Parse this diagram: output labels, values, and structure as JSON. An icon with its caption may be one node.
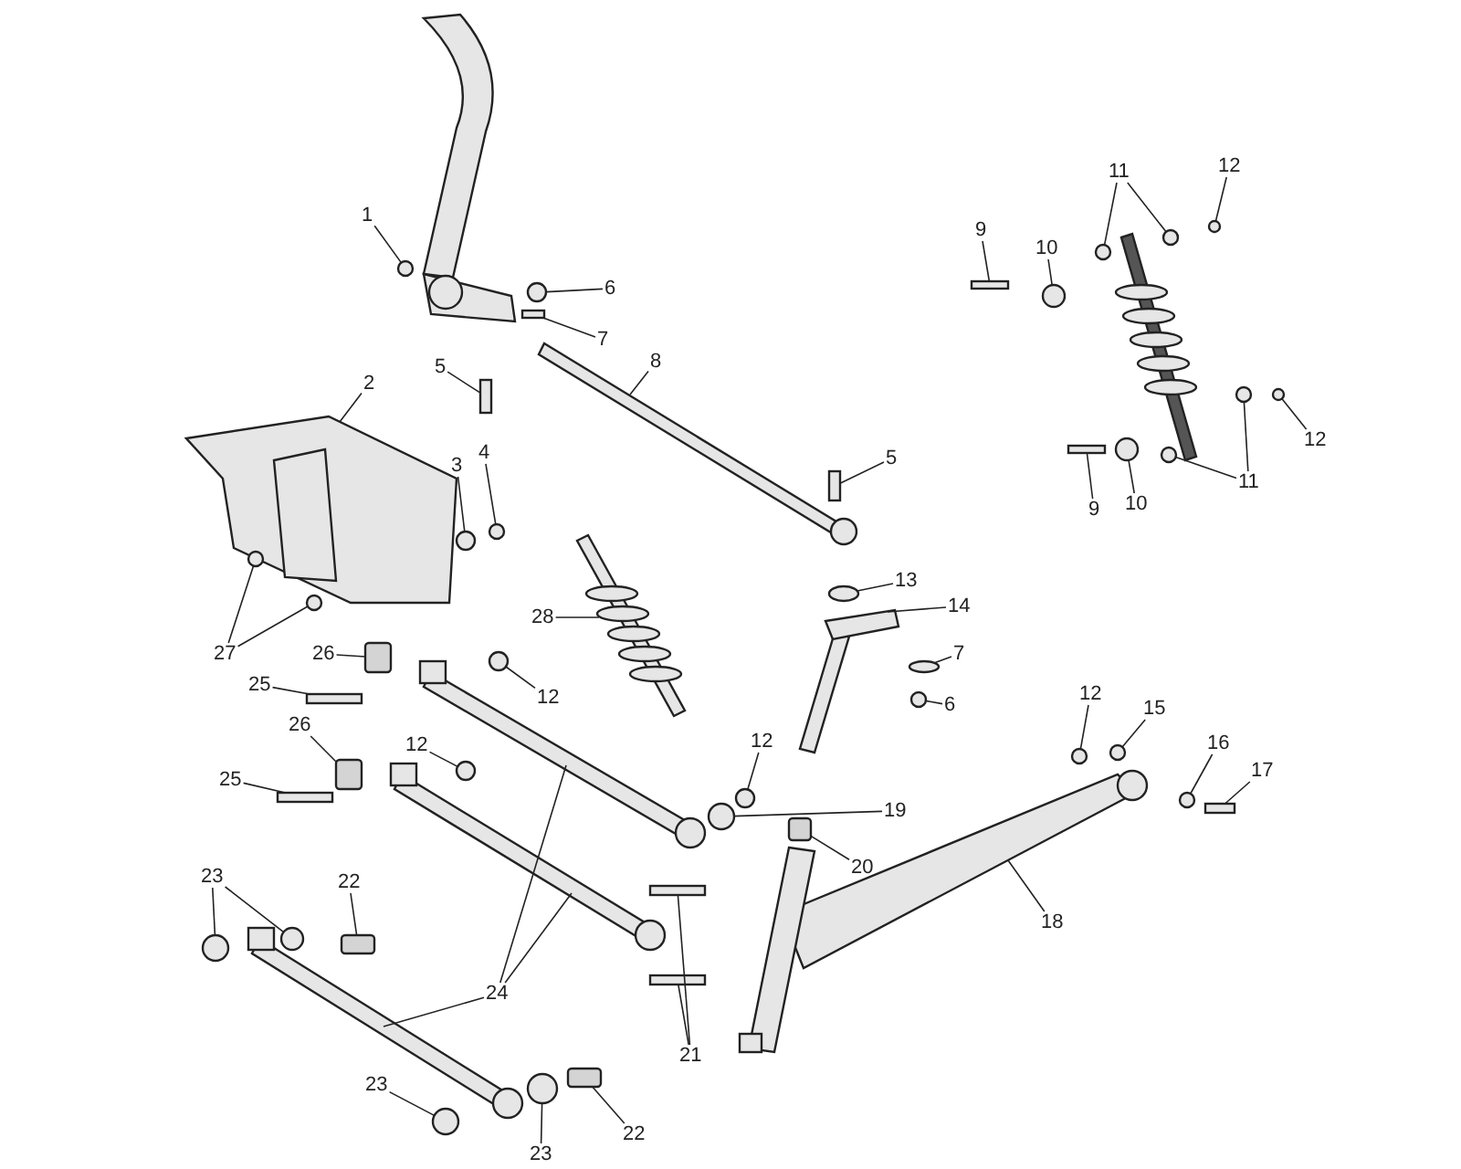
{
  "diagram": {
    "nodes": [
      {
        "text": [
          "1"
        ]
      },
      {
        "text": [
          "6"
        ]
      },
      {
        "text": [
          "7"
        ]
      },
      {
        "text": [
          "5"
        ]
      },
      {
        "text": [
          "8"
        ]
      },
      {
        "text": [
          "2"
        ]
      },
      {
        "text": [
          "3"
        ]
      },
      {
        "text": [
          "4"
        ]
      },
      {
        "text": [
          "5"
        ]
      },
      {
        "text": [
          "27"
        ]
      },
      {
        "text": [
          "28"
        ]
      },
      {
        "text": [
          "26"
        ]
      },
      {
        "text": [
          "12"
        ]
      },
      {
        "text": [
          "25"
        ]
      },
      {
        "text": [
          "26"
        ]
      },
      {
        "text": [
          "12"
        ]
      },
      {
        "text": [
          "25"
        ]
      },
      {
        "text": [
          "12"
        ]
      },
      {
        "text": [
          "19"
        ]
      },
      {
        "text": [
          "13"
        ]
      },
      {
        "text": [
          "14"
        ]
      },
      {
        "text": [
          "7"
        ]
      },
      {
        "text": [
          "6"
        ]
      },
      {
        "text": [
          "12"
        ]
      },
      {
        "text": [
          "15"
        ]
      },
      {
        "text": [
          "16"
        ]
      },
      {
        "text": [
          "17"
        ]
      },
      {
        "text": [
          "20"
        ]
      },
      {
        "text": [
          "18"
        ]
      },
      {
        "text": [
          "23"
        ]
      },
      {
        "text": [
          "22"
        ]
      },
      {
        "text": [
          "24"
        ]
      },
      {
        "text": [
          "21"
        ]
      },
      {
        "text": [
          "23"
        ]
      },
      {
        "text": [
          "23"
        ]
      },
      {
        "text": [
          "22"
        ]
      },
      {
        "text": [
          "9"
        ]
      },
      {
        "text": [
          "10"
        ]
      },
      {
        "text": [
          "11"
        ]
      },
      {
        "text": [
          "12"
        ]
      },
      {
        "text": [
          "12"
        ]
      },
      {
        "text": [
          "11"
        ]
      },
      {
        "text": [
          "10"
        ]
      },
      {
        "text": [
          "9"
        ]
      },
      {
        "text": [],
        "shape": "circle"
      },
      {
        "text": [],
        "shape": "circle"
      },
      {
        "text": [],
        "shape": "bar"
      },
      {
        "text": [],
        "shape": "bar"
      },
      {
        "text": [],
        "shape": "bar"
      },
      {
        "text": [],
        "shape": "picture"
      },
      {
        "text": [],
        "shape": "circle"
      },
      {
        "text": [],
        "shape": "circle"
      },
      {
        "text": [],
        "shape": "bar"
      },
      {
        "text": [],
        "shape": "circle"
      },
      {
        "text": [],
        "shape": "circle"
      },
      {
        "text": [],
        "shape": "picture"
      },
      {
        "text": [],
        "shape": "box"
      },
      {
        "text": [],
        "shape": "circle"
      },
      {
        "text": [],
        "shape": "bar"
      },
      {
        "text": [],
        "shape": "box"
      },
      {
        "text": [],
        "shape": "circle"
      },
      {
        "text": [],
        "shape": "bar"
      },
      {
        "text": [],
        "shape": "circle"
      },
      {
        "text": [],
        "shape": "circle"
      },
      {
        "text": [],
        "shape": "circle"
      },
      {
        "text": [],
        "shape": "picture"
      },
      {
        "text": [],
        "shape": "circle"
      },
      {
        "text": [],
        "shape": "circle"
      },
      {
        "text": [],
        "shape": "circle"
      },
      {
        "text": [],
        "shape": "circle"
      },
      {
        "text": [],
        "shape": "circle"
      },
      {
        "text": [],
        "shape": "bar"
      },
      {
        "text": [],
        "shape": "box"
      },
      {
        "text": [],
        "shape": "picture"
      },
      {
        "text": [],
        "shape": "circle"
      },
      {
        "text": [],
        "shape": "circle"
      },
      {
        "text": [],
        "shape": "box"
      },
      {
        "text": [],
        "shape": "bar"
      },
      {
        "text": [],
        "shape": "bar"
      },
      {
        "text": [],
        "shape": "bar"
      },
      {
        "text": [],
        "shape": "bar"
      },
      {
        "text": [],
        "shape": "bar"
      },
      {
        "text": [],
        "shape": "circle"
      },
      {
        "text": [],
        "shape": "circle"
      },
      {
        "text": [],
        "shape": "box"
      },
      {
        "text": [],
        "shape": "bar"
      },
      {
        "text": [],
        "shape": "circle"
      },
      {
        "text": [],
        "shape": "circle"
      },
      {
        "text": [],
        "shape": "circle"
      },
      {
        "text": [],
        "shape": "circle"
      },
      {
        "text": [],
        "shape": "circle"
      },
      {
        "text": [],
        "shape": "circle"
      },
      {
        "text": [],
        "shape": "circle"
      },
      {
        "text": [],
        "shape": "circle"
      },
      {
        "text": [],
        "shape": "bar"
      }
    ],
    "edges": [
      {
        "from": 0,
        "to": 44,
        "arrow": "none"
      },
      {
        "from": 1,
        "to": 45,
        "arrow": "none"
      },
      {
        "from": 2,
        "to": 46,
        "arrow": "none"
      },
      {
        "from": 3,
        "to": 47,
        "arrow": "none"
      },
      {
        "from": 4,
        "to": 48,
        "arrow": "none"
      },
      {
        "from": 5,
        "to": 49,
        "arrow": "none"
      },
      {
        "from": 6,
        "to": 50,
        "arrow": "none"
      },
      {
        "from": 7,
        "to": 51,
        "arrow": "none"
      },
      {
        "from": 8,
        "to": 52,
        "arrow": "none"
      },
      {
        "from": 9,
        "to": 53,
        "arrow": "none"
      },
      {
        "from": 9,
        "to": 54,
        "arrow": "none"
      },
      {
        "from": 10,
        "to": 55,
        "arrow": "none"
      },
      {
        "from": 11,
        "to": 56,
        "arrow": "none"
      },
      {
        "from": 12,
        "to": 57,
        "arrow": "none"
      },
      {
        "from": 13,
        "to": 58,
        "arrow": "none"
      },
      {
        "from": 14,
        "to": 59,
        "arrow": "none"
      },
      {
        "from": 15,
        "to": 60,
        "arrow": "none"
      },
      {
        "from": 16,
        "to": 61,
        "arrow": "none"
      },
      {
        "from": 17,
        "to": 62,
        "arrow": "none"
      },
      {
        "from": 18,
        "to": 63,
        "arrow": "none"
      },
      {
        "from": 19,
        "to": 64,
        "arrow": "none"
      },
      {
        "from": 20,
        "to": 65,
        "arrow": "none"
      },
      {
        "from": 21,
        "to": 66,
        "arrow": "none"
      },
      {
        "from": 22,
        "to": 67,
        "arrow": "none"
      },
      {
        "from": 23,
        "to": 68,
        "arrow": "none"
      },
      {
        "from": 24,
        "to": 69,
        "arrow": "none"
      },
      {
        "from": 25,
        "to": 70,
        "arrow": "none"
      },
      {
        "from": 26,
        "to": 71,
        "arrow": "none"
      },
      {
        "from": 27,
        "to": 72,
        "arrow": "none"
      },
      {
        "from": 28,
        "to": 73,
        "arrow": "none"
      },
      {
        "from": 29,
        "to": 74,
        "arrow": "none"
      },
      {
        "from": 29,
        "to": 75,
        "arrow": "none"
      },
      {
        "from": 30,
        "to": 76,
        "arrow": "none"
      },
      {
        "from": 31,
        "to": 77,
        "arrow": "none"
      },
      {
        "from": 31,
        "to": 78,
        "arrow": "none"
      },
      {
        "from": 31,
        "to": 79,
        "arrow": "none"
      },
      {
        "from": 32,
        "to": 80,
        "arrow": "none"
      },
      {
        "from": 32,
        "to": 81,
        "arrow": "none"
      },
      {
        "from": 33,
        "to": 82,
        "arrow": "none"
      },
      {
        "from": 34,
        "to": 83,
        "arrow": "none"
      },
      {
        "from": 35,
        "to": 84,
        "arrow": "none"
      },
      {
        "from": 36,
        "to": 85,
        "arrow": "none"
      },
      {
        "from": 37,
        "to": 86,
        "arrow": "none"
      },
      {
        "from": 38,
        "to": 87,
        "arrow": "none"
      },
      {
        "from": 38,
        "to": 88,
        "arrow": "none"
      },
      {
        "from": 39,
        "to": 89,
        "arrow": "none"
      },
      {
        "from": 40,
        "to": 90,
        "arrow": "none"
      },
      {
        "from": 41,
        "to": 91,
        "arrow": "none"
      },
      {
        "from": 41,
        "to": 92,
        "arrow": "none"
      },
      {
        "from": 42,
        "to": 93,
        "arrow": "none"
      },
      {
        "from": 43,
        "to": 94,
        "arrow": "none"
      }
    ]
  }
}
